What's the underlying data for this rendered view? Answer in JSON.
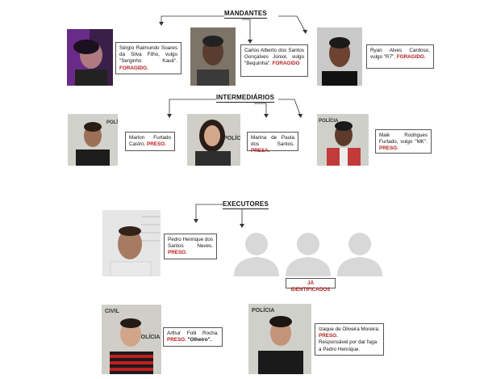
{
  "sections": {
    "mandantes": "MANDANTES",
    "intermediarios": "INTERMEDIÁRIOS",
    "executores": "EXECUTORES"
  },
  "mandantes": [
    {
      "name": "Sérgio Raimundo Soares da Silva Filho, vulgo \"Serginho Kauê\".",
      "status": "FORAGIDO."
    },
    {
      "name": "Carlos Alberto dos Santos Gonçalves Júnior, vulgo \"Bequinha\".",
      "status": "FORAGIDO"
    },
    {
      "name": "Ryan Alves Cardoso, vulgo \"R7\".",
      "status": "FORAGIDO."
    }
  ],
  "intermediarios": [
    {
      "name": "Marlon Furtado Castro.",
      "status": "PRESO."
    },
    {
      "name": "Marina de Paula dos Santos.",
      "status": "PRESA."
    },
    {
      "name": "Maik Rodrigues Furtado, vulgo \"MK\".",
      "status": "PRESO."
    }
  ],
  "executores": {
    "pedro": {
      "name": "Pedro Henrique dos Santos Neves.",
      "status": "PRESO."
    },
    "identified_label": "JÁ IDENTIFICADOS",
    "arthur": {
      "name": "Arthur Folli Rocha.",
      "status": "PRESO.",
      "alias": "\"Olheiro\"."
    },
    "izaque": {
      "name": "Izaque de Oliveira Moreira.",
      "status": "PRESO.",
      "note": "Responsável por dar fuga a Pedro Henrique."
    }
  },
  "photo_signs": {
    "policia": "POLÍCIA",
    "civil": "CIVIL"
  },
  "colors": {
    "status_red": "#b41e1e",
    "line": "#333333"
  }
}
